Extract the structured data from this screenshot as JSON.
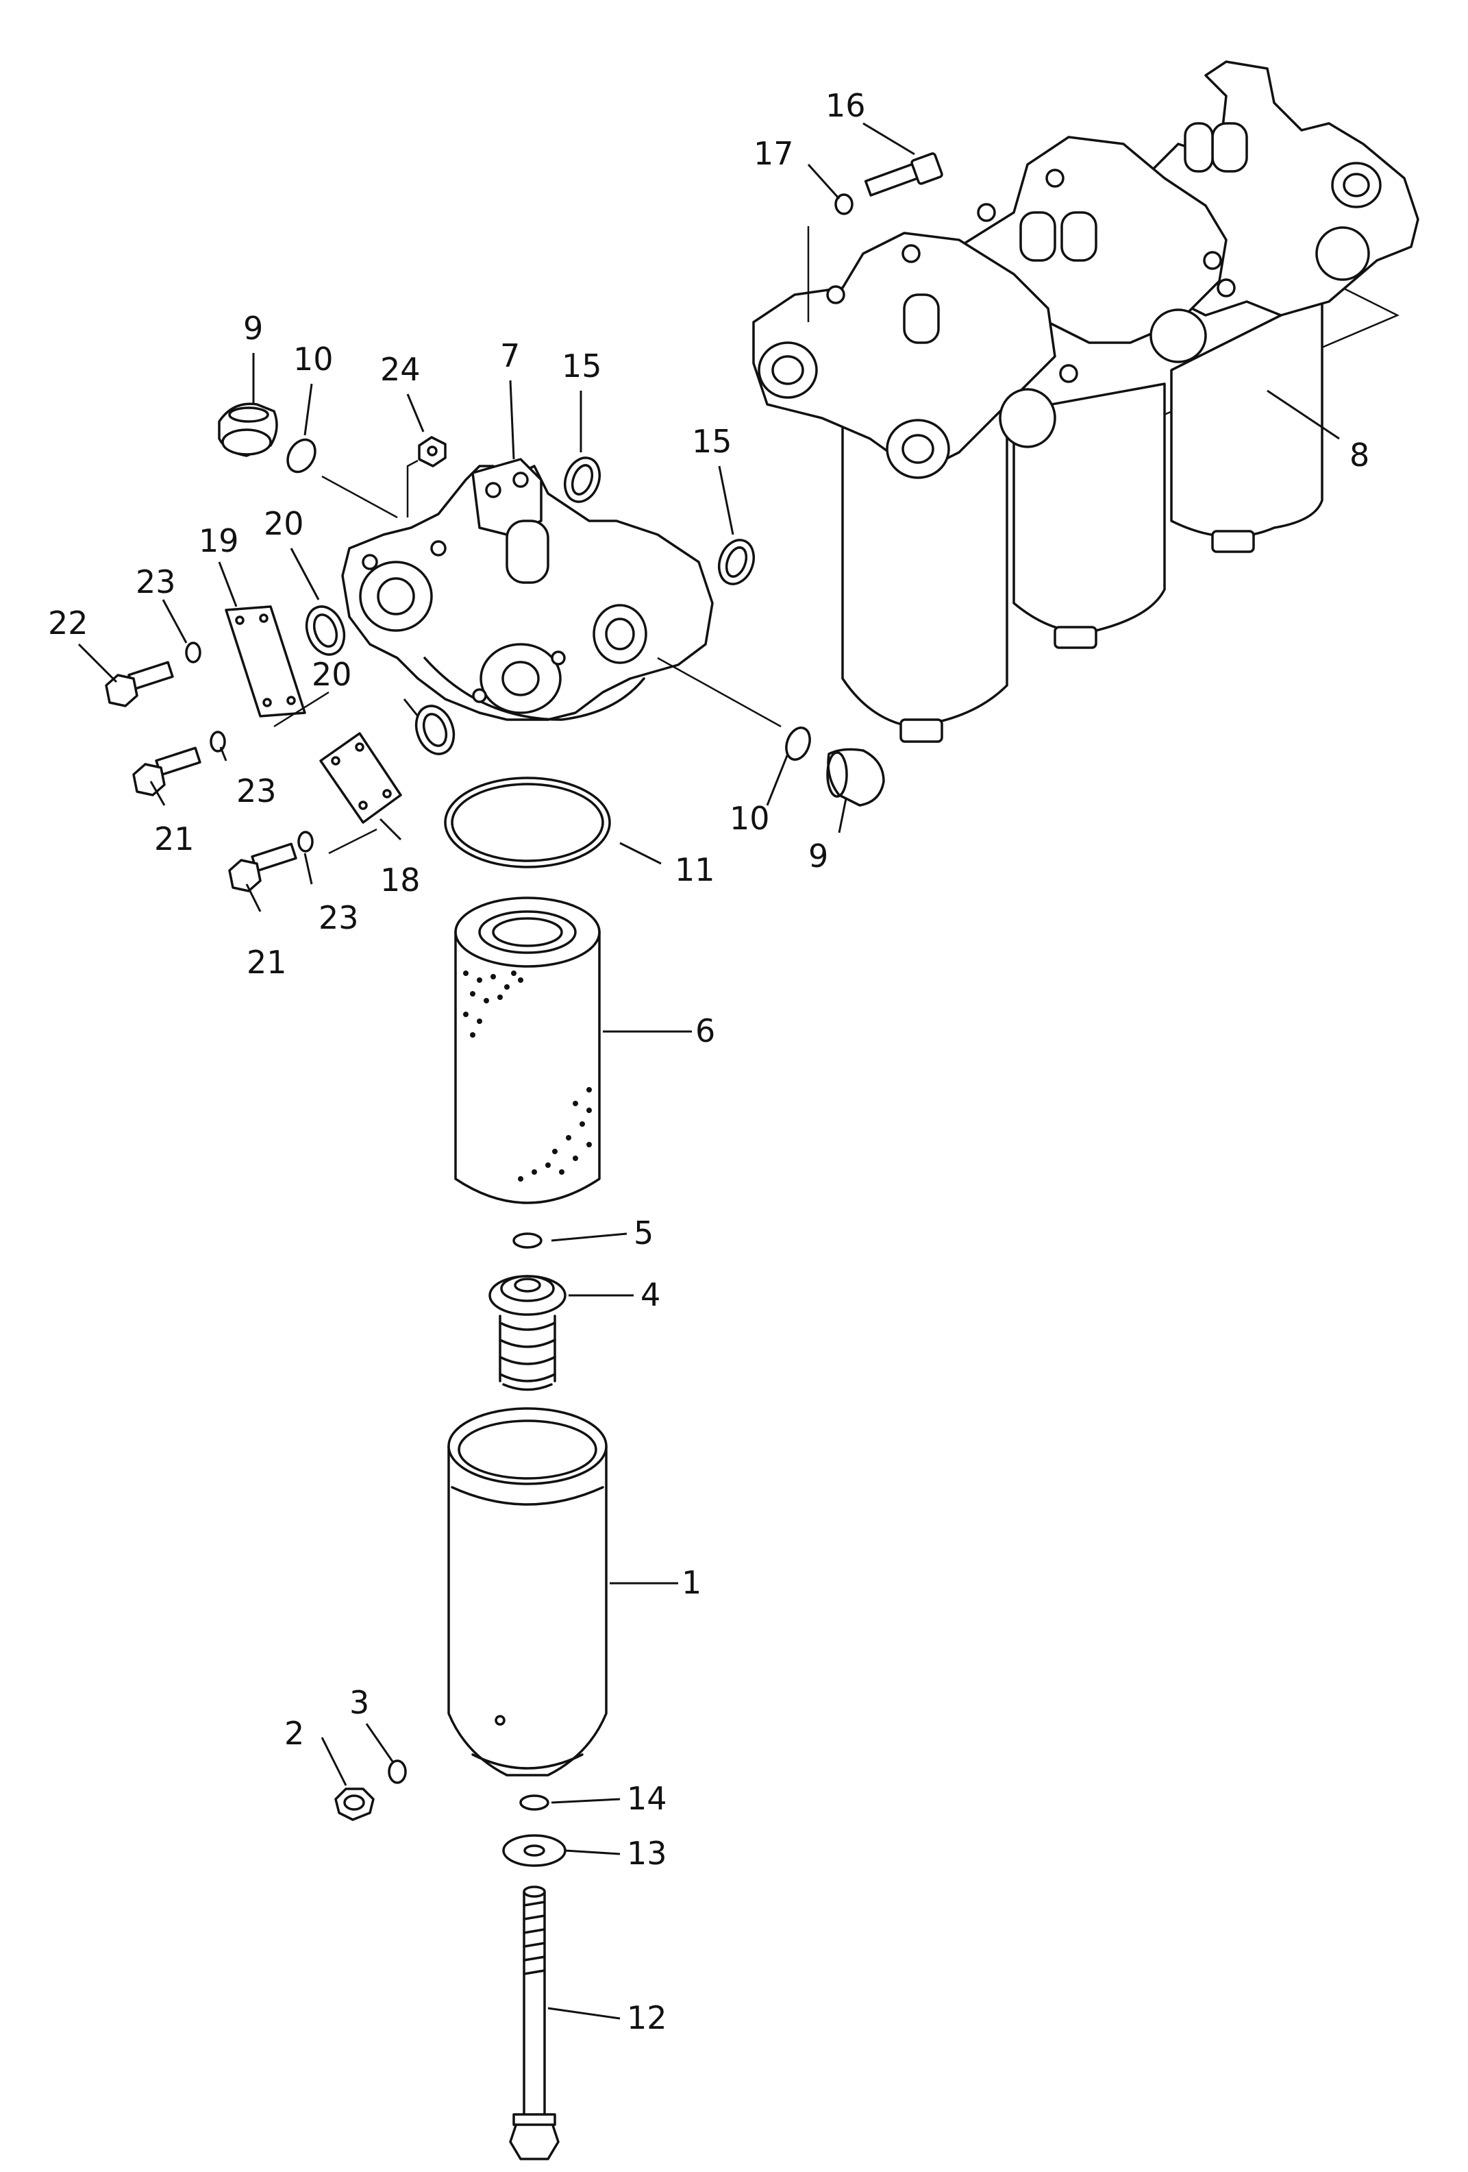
{
  "labels": {
    "p1": "1",
    "p2": "2",
    "p3": "3",
    "p4": "4",
    "p5": "5",
    "p6": "6",
    "p7": "7",
    "p8": "8",
    "p9a": "9",
    "p9b": "9",
    "p10a": "10",
    "p10b": "10",
    "p11": "11",
    "p12": "12",
    "p13": "13",
    "p14": "14",
    "p15a": "15",
    "p15b": "15",
    "p16": "16",
    "p17": "17",
    "p18": "18",
    "p19": "19",
    "p20a": "20",
    "p20b": "20",
    "p21a": "21",
    "p21b": "21",
    "p22": "22",
    "p23a": "23",
    "p23b": "23",
    "p23c": "23",
    "p24": "24"
  }
}
